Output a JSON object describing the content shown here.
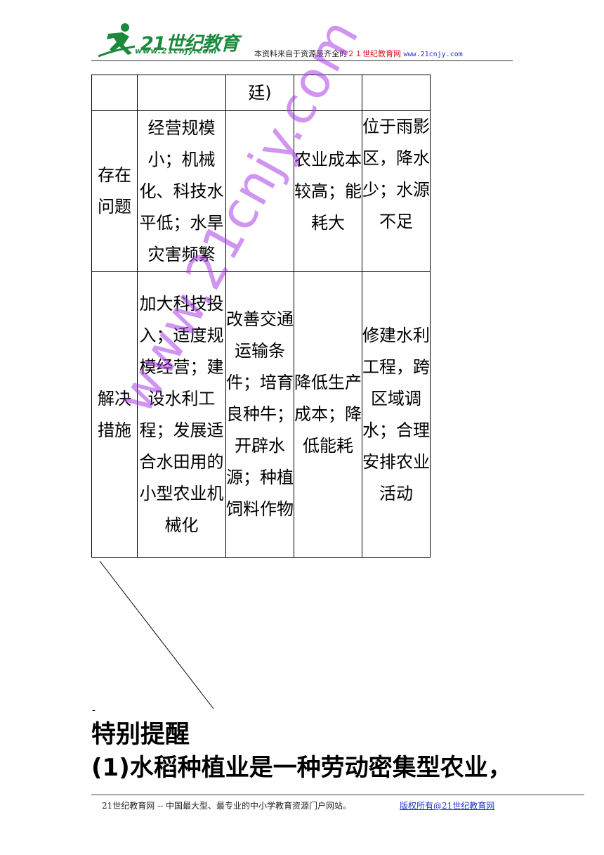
{
  "header": {
    "logo_text": "21世纪教育",
    "logo_url": "www.21cnjy.com",
    "note_prefix": "本资料来自于资源最齐全的",
    "note_brand": "２１世纪教育网",
    "note_url": "www.21cnjy.com"
  },
  "table": {
    "rows": [
      [
        "",
        "",
        "廷)",
        "",
        ""
      ],
      [
        "存在问题",
        "经营规模小；机械化、科技水平低；水旱灾害频繁",
        "",
        "农业成本较高；能耗大",
        "位于雨影区，降水少；水源不足"
      ],
      [
        "解决措施",
        "加大科技投入；适度规模经营；建设水利工程；发展适合水田用的小型农业机械化",
        "改善交通运输条件；培育良种牛；开辟水源；种植饲料作物",
        "降低生产成本；降低能耗",
        "修建水利工程，跨区域调水；合理安排农业活动"
      ]
    ]
  },
  "watermark": "www.21cnjy.com",
  "dash": "-",
  "notice": {
    "title": "特别提醒",
    "body": "(1)水稻种植业是一种劳动密集型农业，"
  },
  "footer": {
    "left": "21世纪教育网 -- 中国最大型、最专业的中小学教育资源门户网站。",
    "right": "版权所有@21世纪教育网"
  },
  "colors": {
    "brand_green": "#1c8a3c",
    "brand_red": "#d8141c",
    "link_blue": "#2233cc",
    "watermark_purple": "#aa3ce6"
  }
}
